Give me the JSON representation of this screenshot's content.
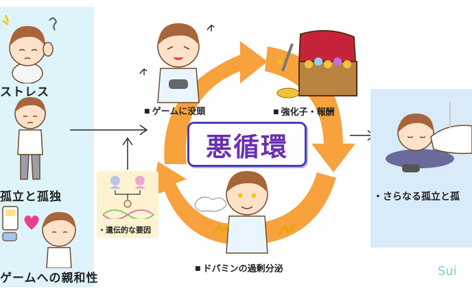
{
  "title": "悪循環",
  "left_panel": {
    "stress": "ストレス",
    "isolation": "孤立と孤独",
    "affinity": "ゲームへの親和性"
  },
  "cycle": {
    "immersion": "ゲームに没頭",
    "reward": "強化子・報酬",
    "dopamine": "ドパミンの過剰分泌"
  },
  "genetic": "・遺伝的な要因",
  "result": "・さらなる孤立と孤",
  "watermark": "Sui",
  "colors": {
    "cycle_arrow": "#f7a23c",
    "title_border": "#4a3bb4",
    "title_text": "#6a2fb0",
    "left_panel_bg": "#dff3fb",
    "right_panel_bg": "#d9eaf8"
  }
}
